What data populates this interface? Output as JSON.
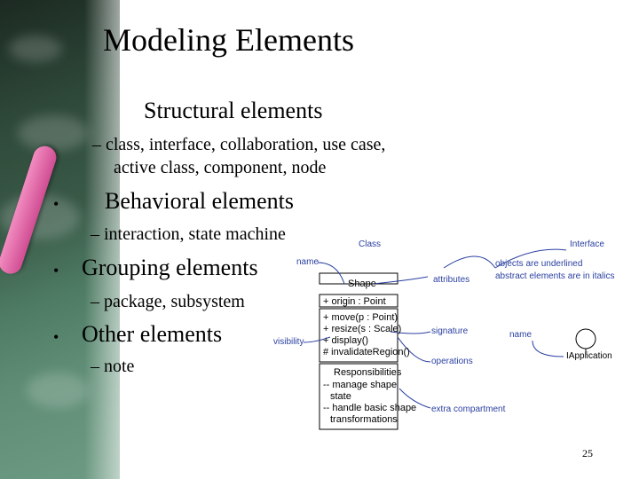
{
  "slide": {
    "title": "Modeling Elements",
    "items": [
      {
        "text": "Structural elements",
        "sub": [
          "– class, interface, collaboration, use case,",
          "active class, component, node"
        ]
      },
      {
        "text": "Behavioral elements",
        "sub": [
          "– interaction, state machine"
        ]
      },
      {
        "text": "Grouping elements",
        "sub": [
          "– package, subsystem"
        ]
      },
      {
        "text": "Other elements",
        "sub": [
          "– note"
        ]
      }
    ],
    "bullet": "•",
    "page_number": "25"
  },
  "diagram": {
    "label_class": "Class",
    "label_interface": "Interface",
    "label_name": "name",
    "label_attributes": "attributes",
    "label_objects": "objects are underlined",
    "label_abstract": "abstract elements are in italics",
    "label_visibility": "visibility",
    "label_signature": "signature",
    "label_name2": "name",
    "label_operations": "operations",
    "label_extra": "extra compartment",
    "label_iapp": "IApplication",
    "class_name": "Shape",
    "attribute": "+ origin : Point",
    "ops": [
      "+ move(p : Point)",
      "+ resize(s : Scale)",
      "+ display()",
      "# invalidateRegion()"
    ],
    "resp_title": "Responsibilities",
    "resp_lines": [
      "-- manage shape",
      "state",
      "-- handle basic shape",
      "transformations"
    ]
  }
}
